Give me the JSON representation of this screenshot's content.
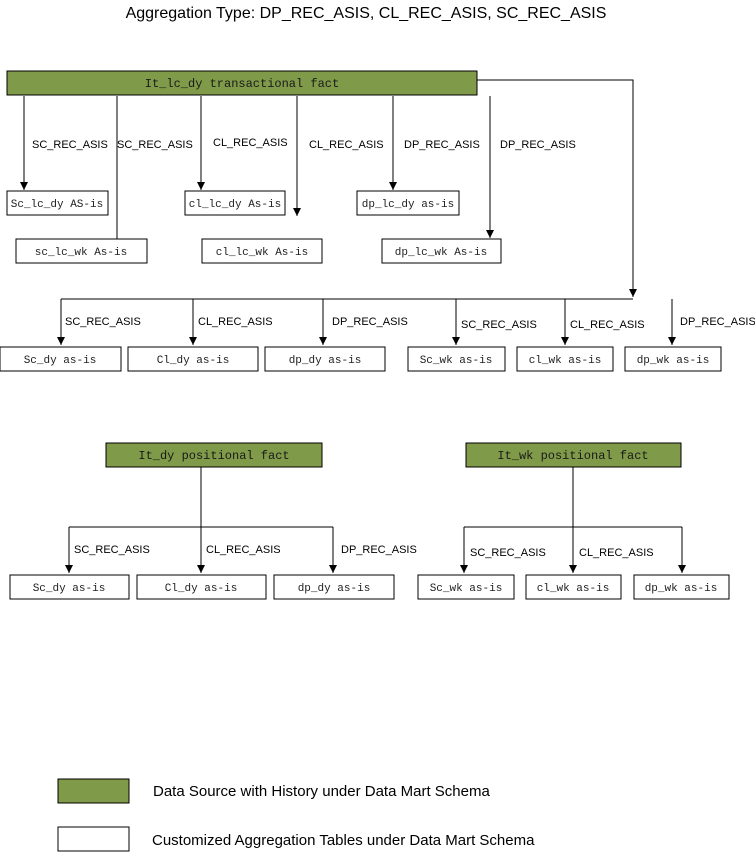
{
  "title": "Aggregation Type: DP_REC_ASIS, CL_REC_ASIS, SC_REC_ASIS",
  "colors": {
    "source": "#7f9a48",
    "table": "#ffffff",
    "line": "#000000"
  },
  "sources": {
    "lc_dy": "It_lc_dy transactional fact",
    "dy": "It_dy positional fact",
    "wk": "It_wk positional fact"
  },
  "tables": {
    "sc_lc_dy": "Sc_lc_dy AS-is",
    "sc_lc_wk": "sc_lc_wk As-is",
    "cl_lc_dy": "cl_lc_dy As-is",
    "cl_lc_wk": "cl_lc_wk As-is",
    "dp_lc_dy": "dp_lc_dy as-is",
    "dp_lc_wk": "dp_lc_wk As-is",
    "r_sc_dy": "Sc_dy as-is",
    "r_cl_dy": "Cl_dy as-is",
    "r_dp_dy": "dp_dy as-is",
    "r_sc_wk": "Sc_wk as-is",
    "r_cl_wk": "cl_wk as-is",
    "r_dp_wk": "dp_wk as-is",
    "d_sc_dy": "Sc_dy as-is",
    "d_cl_dy": "Cl_dy as-is",
    "d_dp_dy": "dp_dy as-is",
    "w_sc_wk": "Sc_wk as-is",
    "w_cl_wk": "cl_wk as-is",
    "w_dp_wk": "dp_wk as-is"
  },
  "edge_labels": {
    "sc": "SC_REC_ASIS",
    "cl": "CL_REC_ASIS",
    "dp": "DP_REC_ASIS"
  },
  "legend": {
    "source": "Data Source with History under Data Mart Schema",
    "table": "Customized Aggregation Tables under Data Mart Schema"
  }
}
